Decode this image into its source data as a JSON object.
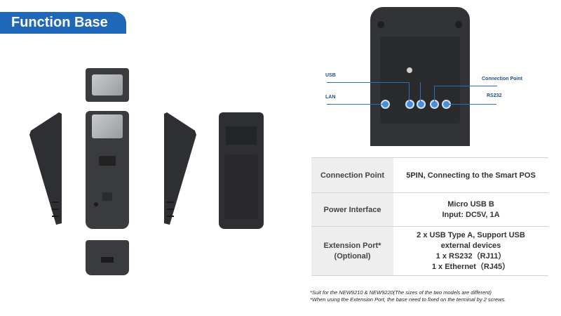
{
  "header": {
    "title": "Function Base"
  },
  "diagram": {
    "callouts": {
      "usb": "USB",
      "lan": "LAN",
      "connection_point": "Connection Point",
      "rs232": "RS232"
    }
  },
  "spec_table": {
    "rows": [
      {
        "key": "Connection Point",
        "values": [
          "5PIN, Connecting to the Smart POS"
        ]
      },
      {
        "key": "Power Interface",
        "values": [
          "Micro USB B",
          "Input: DC5V, 1A"
        ]
      },
      {
        "key": "Extension Port*",
        "key2": "(Optional)",
        "values": [
          "2 x USB Type A, Support USB",
          "external devices",
          "1 x RS232（RJ11）",
          "1 x Ethernet（RJ45）"
        ]
      }
    ]
  },
  "notes": [
    "*Suit for the NEW9210 & NEW9220(The sizes of the two models are different)",
    "*When using the Extension Port, the base need to fixed on the terminal by 2 screws."
  ],
  "colors": {
    "accent": "#1f67b8",
    "device": "#3a3b3e",
    "table_key_bg": "#eeeeee"
  }
}
